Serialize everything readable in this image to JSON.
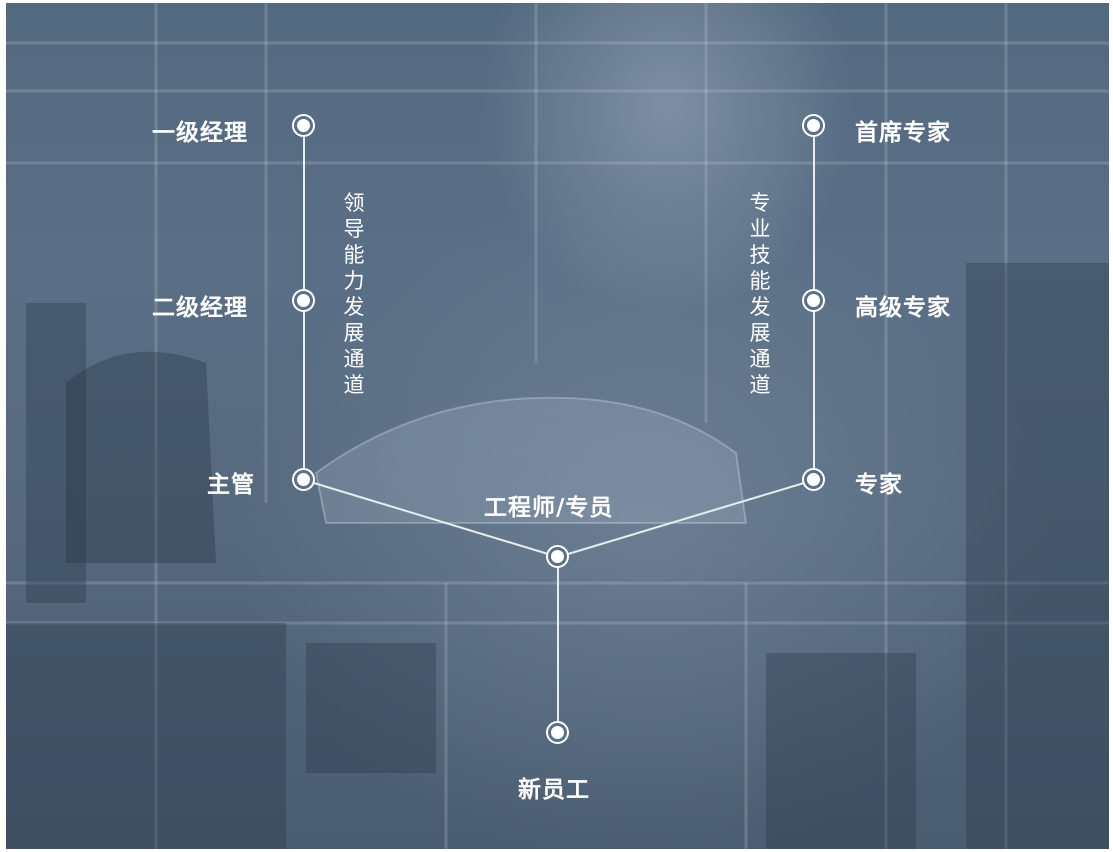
{
  "left_track": {
    "caption": "领导能力发展通道",
    "levels": [
      "一级经理",
      "二级经理",
      "主管"
    ]
  },
  "right_track": {
    "caption": "专业技能发展通道",
    "levels": [
      "首席专家",
      "高级专家",
      "专家"
    ]
  },
  "junction": {
    "label": "工程师/专员"
  },
  "entry": {
    "label": "新员工"
  }
}
